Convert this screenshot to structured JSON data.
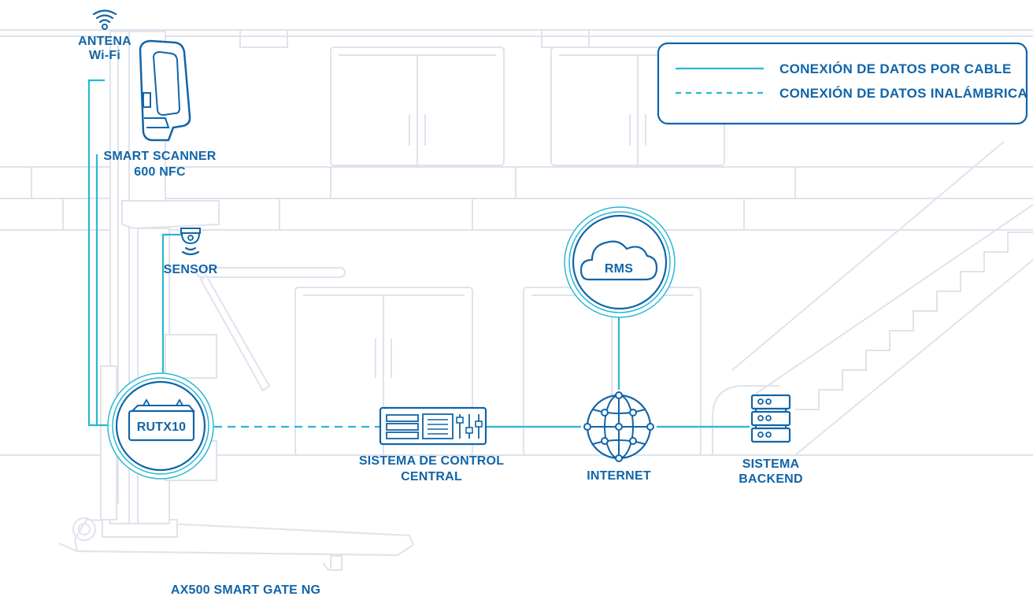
{
  "legend": {
    "wired_label": "CONEXIÓN DE DATOS POR CABLE",
    "wireless_label": "CONEXIÓN DE DATOS INALÁMBRICA"
  },
  "nodes": {
    "antenna": {
      "line1": "ANTENA",
      "line2": "Wi-Fi"
    },
    "scanner": {
      "line1": "SMART SCANNER",
      "line2": "600 NFC"
    },
    "sensor": {
      "label": "SENSOR"
    },
    "router": {
      "label": "RUTX10"
    },
    "control": {
      "line1": "SISTEMA DE CONTROL",
      "line2": "CENTRAL"
    },
    "rms": {
      "label": "RMS"
    },
    "internet": {
      "label": "INTERNET"
    },
    "backend": {
      "line1": "SISTEMA",
      "line2": "BACKEND"
    },
    "gate": {
      "label": "AX500 SMART GATE NG"
    }
  },
  "colors": {
    "primary": "#1165a8",
    "wired": "#29b8d2",
    "background_lines": "#dfe3ec"
  }
}
